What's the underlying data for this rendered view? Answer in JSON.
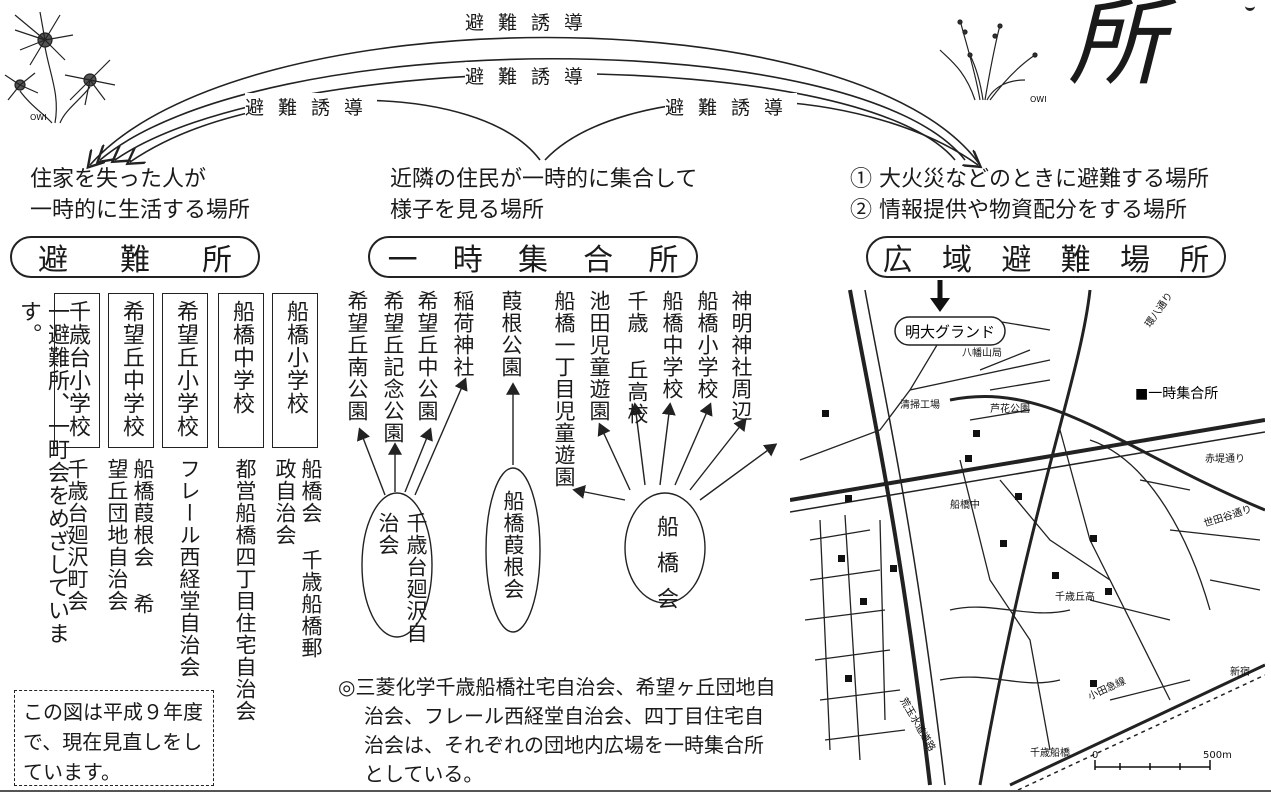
{
  "arrows": [
    "避難誘導",
    "避難誘導",
    "避難誘導",
    "避難誘導"
  ],
  "title_fragment": "所",
  "purposes": {
    "shelter": [
      "住家を失った人が",
      "一時的に生活する場所"
    ],
    "temporary": [
      "近隣の住民が一時的に集合して",
      "様子を見る場所"
    ],
    "wide_area": [
      "① 大火災などのときに避難する場所",
      "② 情報提供や物資配分をする場所"
    ]
  },
  "headers": {
    "shelter": [
      "避",
      "難",
      "所"
    ],
    "temporary": [
      "一",
      "時",
      "集",
      "合",
      "所"
    ],
    "wide_area": [
      "広",
      "域",
      "避",
      "難",
      "場",
      "所"
    ]
  },
  "shelter": {
    "intro": "一避難所、一町会をめざしています。",
    "schools": [
      "船橋小学校",
      "船橋中学校",
      "希望丘小学校",
      "希望丘中学校",
      "千歳台小学校"
    ],
    "associations": [
      "船橋会 千歳船橋郵政自治会",
      "都営船橋四丁目住宅自治会",
      "フレール西経堂自治会",
      "船橋葭根会 希望丘団地自治会",
      "千歳台廻沢町会"
    ],
    "note": "この図は平成９年度で、現在見直しをしています。"
  },
  "temporary": {
    "places": [
      "神明神社周辺",
      "船橋小学校",
      "船橋中学校",
      "千歳 丘高校",
      "池田児童遊園",
      "船橋一丁目児童遊園",
      "葭根公園",
      "稲荷神社",
      "希望丘中公園",
      "希望丘記念公園",
      "希望丘南公園"
    ],
    "groups": [
      "千歳台廻沢自治会",
      "船橋葭根会",
      "船橋会"
    ],
    "note": "◎三菱化学千歳船橋社宅自治会、希望ヶ丘団地自治会、フレール西経堂自治会、四丁目住宅自治会は、それぞれの団地内広場を一時集合所としている。"
  },
  "map": {
    "callout": "明大グランド",
    "legend": "■一時集合所",
    "labels": [
      "八幡山局",
      "清掃工場",
      "芦花公園",
      "船橋中",
      "千歳丘高",
      "荒玉水道道路",
      "小田急線",
      "千歳船橋",
      "赤堤通り",
      "世田谷通り",
      "環八通り",
      "新宿"
    ],
    "scale": [
      "0",
      "500m"
    ]
  },
  "colors": {
    "ink": "#1a1a1a",
    "paper": "#ffffff"
  }
}
